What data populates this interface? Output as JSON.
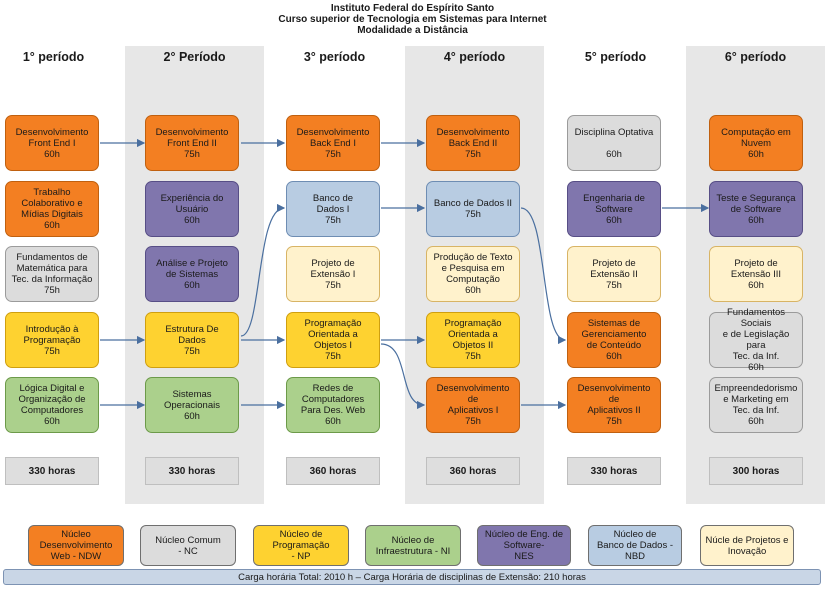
{
  "header": {
    "line1": "Instituto Federal do Espírito Santo",
    "line2": "Curso superior de Tecnologia em Sistemas para Internet",
    "line3": "Modalidade a Distância"
  },
  "columns": [
    {
      "title": "1° período",
      "hours": "330 horas"
    },
    {
      "title": "2° Período",
      "hours": "330 horas"
    },
    {
      "title": "3° período",
      "hours": "360 horas"
    },
    {
      "title": "4° período",
      "hours": "360 horas"
    },
    {
      "title": "5° período",
      "hours": "330 horas"
    },
    {
      "title": "6° período",
      "hours": "300 horas"
    }
  ],
  "courses": [
    [
      {
        "label": "Desenvolvimento\nFront End I\n60h",
        "color": "orange"
      },
      {
        "label": "Trabalho\nColaborativo e\nMídias Digitais\n60h",
        "color": "orange"
      },
      {
        "label": "Fundamentos de\nMatemática para\nTec. da Informação\n75h",
        "color": "gray"
      },
      {
        "label": "Introdução à\nProgramação\n75h",
        "color": "yellow"
      },
      {
        "label": "Lógica Digital e\nOrganização de\nComputadores\n60h",
        "color": "green"
      }
    ],
    [
      {
        "label": "Desenvolvimento\nFront End II\n75h",
        "color": "orange"
      },
      {
        "label": "Experiência do\nUsuário\n60h",
        "color": "purple"
      },
      {
        "label": "Análise  e Projeto\nde Sistemas\n60h",
        "color": "purple"
      },
      {
        "label": "Estrutura De\nDados\n75h",
        "color": "yellow"
      },
      {
        "label": "Sistemas\nOperacionais\n60h",
        "color": "green"
      }
    ],
    [
      {
        "label": "Desenvolvimento\nBack End I\n75h",
        "color": "orange"
      },
      {
        "label": "Banco de\nDados I\n75h",
        "color": "blue"
      },
      {
        "label": "Projeto de\nExtensão I\n75h",
        "color": "cream"
      },
      {
        "label": "Programação\nOrientada  a\nObjetos I\n75h",
        "color": "yellow"
      },
      {
        "label": "Redes de\nComputadores\nPara Des. Web\n60h",
        "color": "green"
      }
    ],
    [
      {
        "label": "Desenvolvimento\nBack End II\n75h",
        "color": "orange"
      },
      {
        "label": "Banco de Dados II\n75h",
        "color": "blue"
      },
      {
        "label": "Produção de Texto\ne Pesquisa em\nComputação\n60h",
        "color": "cream"
      },
      {
        "label": "Programação\nOrientada a\nObjetos II\n75h",
        "color": "yellow"
      },
      {
        "label": "Desenvolvimento de\nAplicativos I\n75h",
        "color": "orange"
      }
    ],
    [
      {
        "label": "Disciplina Optativa\n\n60h",
        "color": "gray"
      },
      {
        "label": "Engenharia de\nSoftware\n60h",
        "color": "purple"
      },
      {
        "label": "Projeto de\nExtensão II\n75h",
        "color": "cream"
      },
      {
        "label": "Sistemas de\nGerenciamento\nde Conteúdo\n60h",
        "color": "orange"
      },
      {
        "label": "Desenvolvimento de\nAplicativos II\n75h",
        "color": "orange"
      }
    ],
    [
      {
        "label": "Computação em\nNuvem\n60h",
        "color": "orange"
      },
      {
        "label": "Teste e Segurança\nde Software\n60h",
        "color": "purple"
      },
      {
        "label": "Projeto de\nExtensão III\n60h",
        "color": "cream"
      },
      {
        "label": "Fundamentos Sociais\ne de Legislação para\nTec. da Inf.\n60h",
        "color": "gray"
      },
      {
        "label": "Empreendedorismo\ne Marketing em\nTec. da Inf.\n60h",
        "color": "gray"
      }
    ]
  ],
  "legend": [
    {
      "label": "Núcleo\nDesenvolvimento\nWeb - NDW",
      "color": "orange"
    },
    {
      "label": "Núcleo Comum\n- NC",
      "color": "gray"
    },
    {
      "label": "Núcleo de\nProgramação\n- NP",
      "color": "yellow"
    },
    {
      "label": "Núcleo de\nInfraestrutura - NI",
      "color": "green"
    },
    {
      "label": "Núcleo de Eng. de\nSoftware-\nNES",
      "color": "purple"
    },
    {
      "label": "Núcleo de\nBanco de Dados -\nNBD",
      "color": "blue"
    },
    {
      "label": "Núcle de Projetos e\nInovação",
      "color": "cream"
    }
  ],
  "footer": {
    "total": "Carga horária Total: 2010 h – Carga Horária de disciplinas de Extensão: 210 horas"
  }
}
